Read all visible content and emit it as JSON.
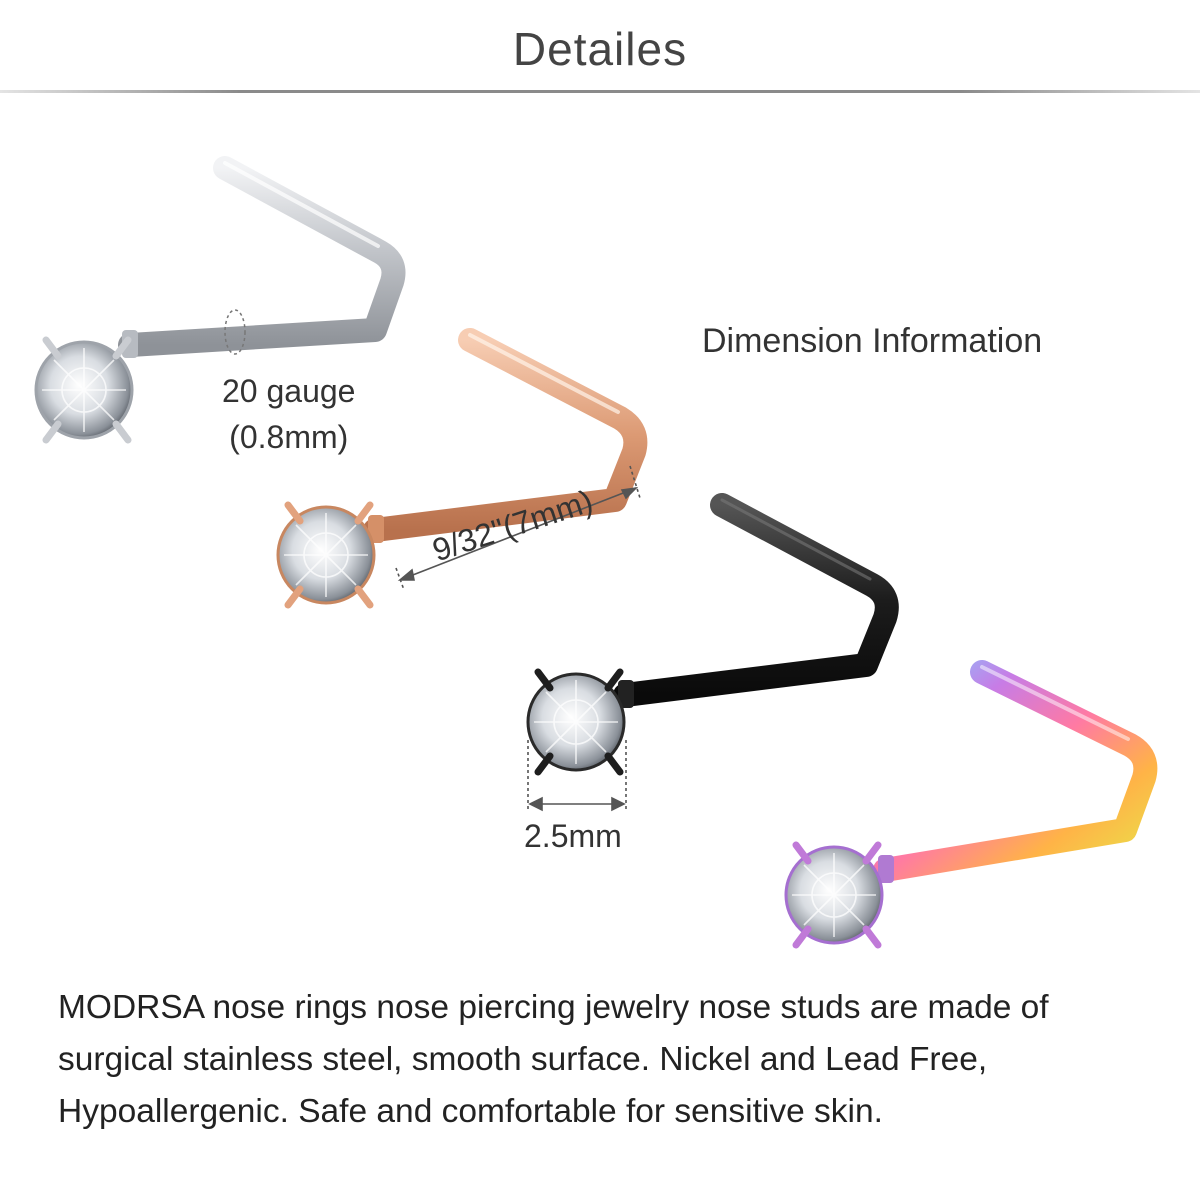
{
  "title": "Detailes",
  "labels": {
    "dimension_info": "Dimension Information",
    "gauge_line1": "20 gauge",
    "gauge_line2": "(0.8mm)",
    "length": "9/32\"(7mm)",
    "stone_size": "2.5mm"
  },
  "description": "MODRSA nose rings nose piercing jewelry nose studs are made of surgical stainless steel, smooth surface. Nickel and Lead Free, Hypoallergenic. Safe and comfortable for sensitive skin.",
  "studs": [
    {
      "finish": "silver",
      "color": "#c9ccd1"
    },
    {
      "finish": "rose-gold",
      "color": "#e2a27e"
    },
    {
      "finish": "black",
      "color": "#1e1e1e"
    },
    {
      "finish": "rainbow",
      "color": "#c07ad8"
    }
  ]
}
